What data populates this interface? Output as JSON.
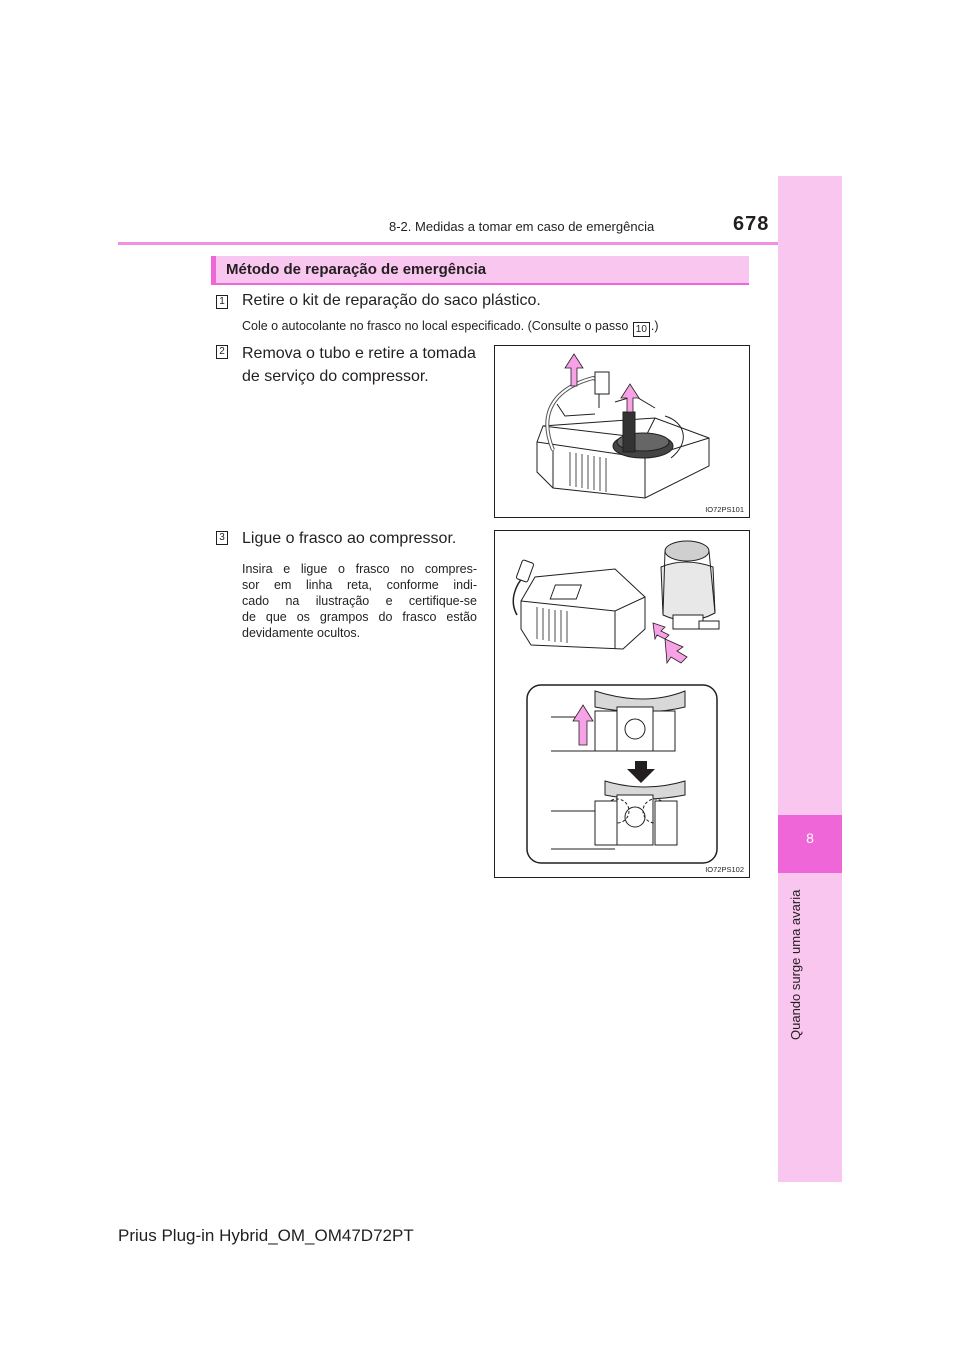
{
  "header": {
    "section": "8-2. Medidas a tomar em caso de emergência",
    "page_number": "678"
  },
  "side_tab": {
    "chapter_number": "8",
    "chapter_title": "Quando surge uma avaria"
  },
  "section_heading": "Método de reparação de emergência",
  "steps": [
    {
      "number": "1",
      "title": "Retire o kit de reparação do saco plástico.",
      "note_before_ref": "Cole o autocolante no frasco no local especificado. (Consulte o passo",
      "note_ref": "10",
      "note_after_ref": ".)"
    },
    {
      "number": "2",
      "title_line1": "Remova o tubo e retire a tomada",
      "title_line2": "de serviço do compressor.",
      "figure_code": "IO72PS101"
    },
    {
      "number": "3",
      "title": "Ligue o frasco ao compressor.",
      "note_lines": [
        "Insira e ligue o frasco no compres-",
        "sor em linha reta, conforme indi-",
        "cado na ilustração e certifique-se",
        "de que os grampos do frasco estão"
      ],
      "note_last_line": "devidamente ocultos.",
      "figure_code": "IO72PS102"
    }
  ],
  "footer": "Prius Plug-in Hybrid_OM_OM47D72PT",
  "colors": {
    "accent": "#ee66d7",
    "accent_light": "#f9c6f0",
    "arrow": "#f7a1e6",
    "text": "#231f20"
  }
}
